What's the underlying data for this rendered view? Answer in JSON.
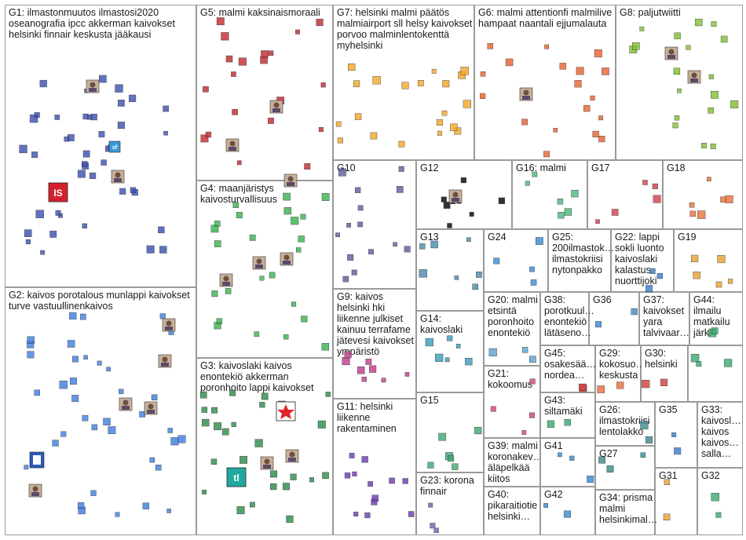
{
  "colors": {
    "border": "#9a9a9a",
    "edge": "#888888",
    "g1": "#3a4fb0",
    "g2": "#3c7de0",
    "g3": "#2a8a4a",
    "g4": "#37b24d",
    "g5": "#c0282d",
    "g6": "#e8602c",
    "g7": "#f4a623",
    "g8": "#7fbf2e",
    "g9": "#c03a8a",
    "g10": "#5a5a9a",
    "g11": "#6a3ab0",
    "is_logo": "#d4202a",
    "star": "#e0262a",
    "tl_logo": "#22a8a0"
  },
  "groups": [
    {
      "id": "g1",
      "label": "G1: ilmastonmuutos ilmastosi2020 oseanografia ipcc akkerman kaivokset helsinki finnair keskusta jääkausi"
    },
    {
      "id": "g2",
      "label": "G2: kaivos porotalous munlappi kaivokset turve vastuullinenkaivos"
    },
    {
      "id": "g3",
      "label": "G3: kaivoslaki kaivos enontekiö akkerman poronhoito lappi kaivokset"
    },
    {
      "id": "g4",
      "label": "G4: maanjäristys kaivosturvallisuus"
    },
    {
      "id": "g5",
      "label": "G5: malmi kaksinaismoraali"
    },
    {
      "id": "g6",
      "label": "G6: malmi attentionfi malmilive hampaat naantali ejjumalauta"
    },
    {
      "id": "g7",
      "label": "G7: helsinki malmi päätös malmiairport sll helsy kaivokset porvoo malminlentokenttä myhelsinki"
    },
    {
      "id": "g8",
      "label": "G8: paljutwiitti"
    },
    {
      "id": "g9",
      "label": "G9: kaivos helsinki hki liikenne julkiset kainuu terrafame jätevesi kaivokset ympäristö"
    },
    {
      "id": "g10",
      "label": "G10"
    },
    {
      "id": "g11",
      "label": "G11: helsinki liikenne rakentaminen"
    },
    {
      "id": "g12",
      "label": "G12"
    },
    {
      "id": "g13",
      "label": "G13"
    },
    {
      "id": "g14",
      "label": "G14: kaivoslaki"
    },
    {
      "id": "g15",
      "label": "G15"
    },
    {
      "id": "g16",
      "label": "G16: malmi"
    },
    {
      "id": "g17",
      "label": "G17"
    },
    {
      "id": "g18",
      "label": "G18"
    },
    {
      "id": "g19",
      "label": "G19"
    },
    {
      "id": "g20",
      "label": "G20: malmi etsintä poronhoito enontekiö"
    },
    {
      "id": "g21",
      "label": "G21: kokoomus"
    },
    {
      "id": "g22",
      "label": "G22: lappi sokli luonto kaivoslaki kalastus nuorttijoki"
    },
    {
      "id": "g23",
      "label": "G23: korona finnair"
    },
    {
      "id": "g24",
      "label": "G24"
    },
    {
      "id": "g25",
      "label": "G25: 200ilmastok… ilmastokriisi nytonpakko"
    },
    {
      "id": "g26",
      "label": "G26: ilmastokriisi lentolakko"
    },
    {
      "id": "g27",
      "label": "G27"
    },
    {
      "id": "g29",
      "label": "G29: kokosuo… keskusta"
    },
    {
      "id": "g30",
      "label": "G30: helsinki"
    },
    {
      "id": "g31",
      "label": "G31"
    },
    {
      "id": "g32",
      "label": "G32"
    },
    {
      "id": "g33",
      "label": "G33: kaivosl… kaivos kaivos… salla…"
    },
    {
      "id": "g34",
      "label": "G34: prisma malmi helsinkimal…"
    },
    {
      "id": "g35",
      "label": "G35"
    },
    {
      "id": "g36",
      "label": "G36"
    },
    {
      "id": "g37",
      "label": "G37: kaivokset yara talvivaar…"
    },
    {
      "id": "g38",
      "label": "G38: porotkuul… enontekiö lätäseno…"
    },
    {
      "id": "g39",
      "label": "G39: malmi koronakev… äläpelkää kiitos"
    },
    {
      "id": "g40",
      "label": "G40: pikaraitiotie helsinki…"
    },
    {
      "id": "g41",
      "label": "G41"
    },
    {
      "id": "g42",
      "label": "G42"
    },
    {
      "id": "g43",
      "label": "G43: siltamäki"
    },
    {
      "id": "g44",
      "label": "G44: ilmailu matkailu järki"
    },
    {
      "id": "g45",
      "label": "G45: osakesää… nordea…"
    }
  ],
  "icons": {
    "is_logo": "IS",
    "tl_logo": "tl",
    "sf_logo": "sf"
  }
}
